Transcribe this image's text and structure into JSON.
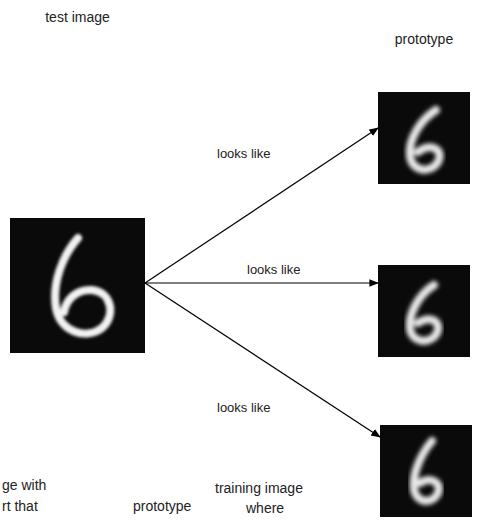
{
  "diagram": {
    "nodes": [
      {
        "text": [
          "test image"
        ]
      },
      {
        "text": [
          "prototype"
        ]
      },
      {
        "text": []
      },
      {
        "text": []
      }
    ],
    "edges": [
      {
        "from": 0,
        "to": 1,
        "label": "looks like",
        "arrow": "to"
      },
      {
        "from": 0,
        "to": 2,
        "label": "looks like",
        "arrow": "to"
      },
      {
        "from": 0,
        "to": 3,
        "label": "looks like",
        "arrow": "to"
      }
    ],
    "labels": [
      "ge with",
      "rt that",
      "prototype",
      "training image",
      "where"
    ]
  }
}
